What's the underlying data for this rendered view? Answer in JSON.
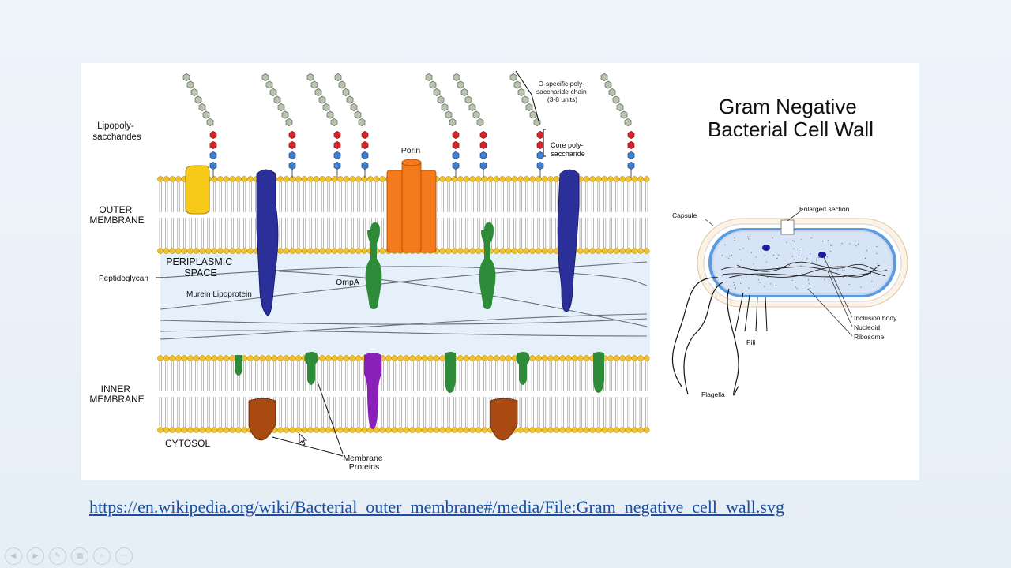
{
  "labels": {
    "lipopolysaccharides": [
      "Lipopoly-",
      "saccharides"
    ],
    "outer_membrane": [
      "OUTER",
      "MEMBRANE"
    ],
    "periplasmic_space": [
      "PERIPLASMIC",
      "SPACE"
    ],
    "peptidoglycan": "Peptidoglycan",
    "murein_lipoprotein": "Murein Lipoprotein",
    "inner_membrane": [
      "INNER",
      "MEMBRANE"
    ],
    "cytosol": "CYTOSOL",
    "porin": "Porin",
    "ompa": "OmpA",
    "membrane_proteins": [
      "Membrane",
      "Proteins"
    ],
    "o_specific": [
      "O-specific poly-",
      "saccharide chain",
      "(3-8 units)"
    ],
    "core_poly": [
      "Core poly-",
      "saccharide"
    ]
  },
  "title": [
    "Gram Negative",
    "Bacterial Cell Wall"
  ],
  "inset": {
    "capsule": "Capsule",
    "enlarged_section": "Enlarged section",
    "inclusion_body": "Inclusion body",
    "nucleoid": "Nucleoid",
    "ribosome": "Ribosome",
    "pili": "Pili",
    "flagella": "Flagella"
  },
  "source_url": "https://en.wikipedia.org/wiki/Bacterial_outer_membrane#/media/File:Gram_negative_cell_wall.svg",
  "colors": {
    "lipid_head": "#f2c12e",
    "sugar_grey": "#b8c4ae",
    "sugar_red": "#d8242b",
    "sugar_blue": "#3d7fd1",
    "blue_protein": "#2a2f9a",
    "porin": "#f47a1c",
    "green_protein": "#2e8b3a",
    "purple_protein": "#8a20b8",
    "brown_protein": "#a84a12",
    "yellow_protein": "#f7c919",
    "periplasm": "#e7f0fb"
  }
}
